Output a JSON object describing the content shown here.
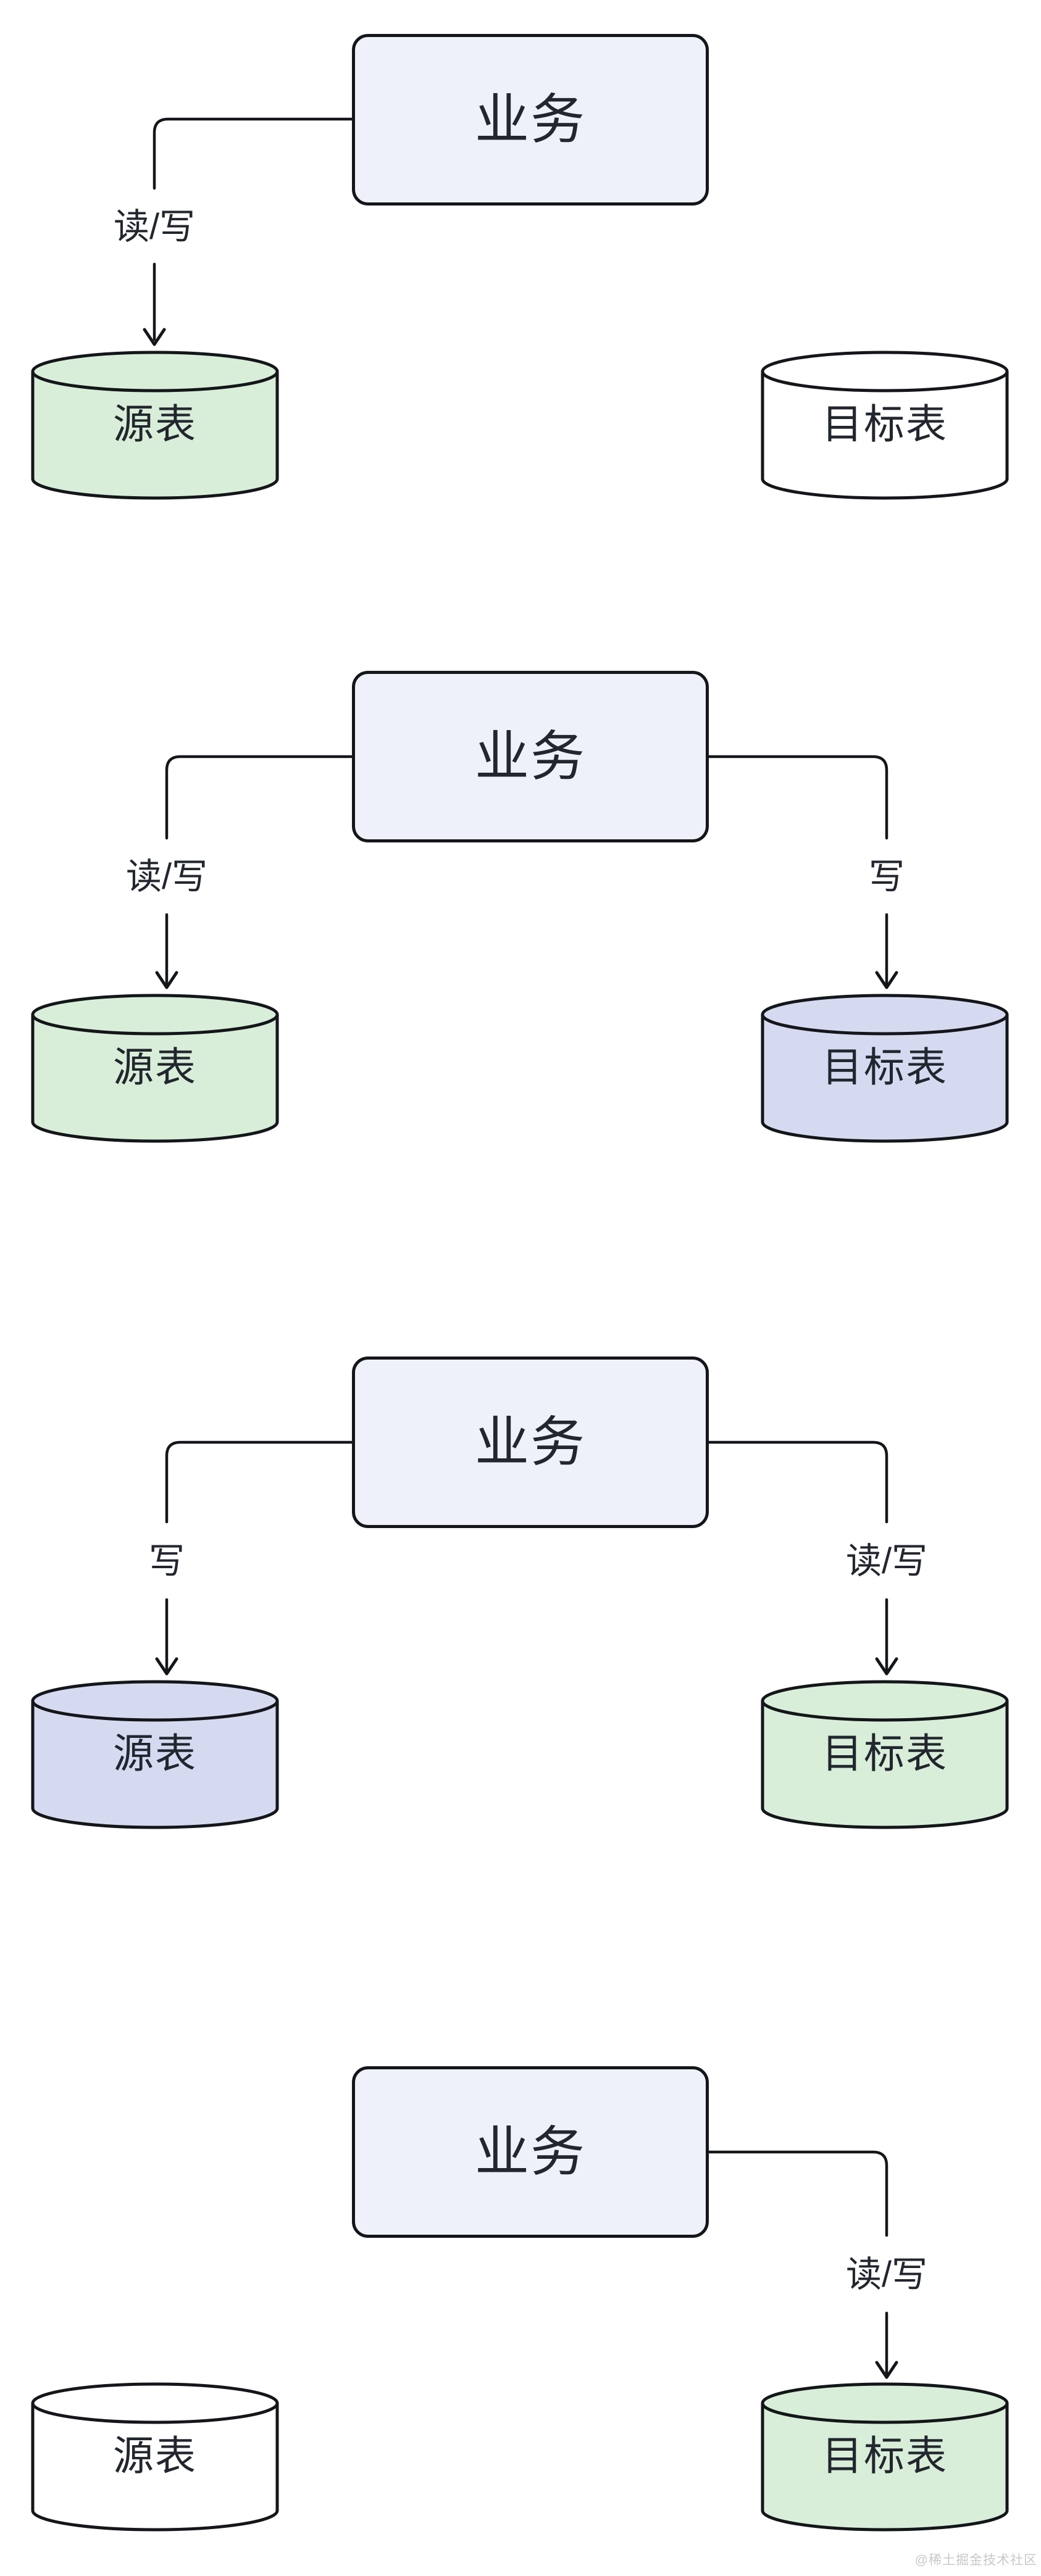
{
  "watermark": "@稀土掘金技术社区",
  "colors": {
    "background": "#ffffff",
    "outline": "#14161a",
    "box_fill": "#eef1f9",
    "green_fill": "#d8eed9",
    "purple_fill": "#d6daf1",
    "white_fill": "#ffffff",
    "label_text": "#22262e",
    "watermark_text": "#c6c8cc"
  },
  "stages": [
    {
      "business_label": "业务",
      "source": {
        "label": "源表",
        "variant": "green",
        "fill": "#d8eed9"
      },
      "target": {
        "label": "目标表",
        "variant": "white",
        "fill": "#ffffff"
      },
      "edges": {
        "left": {
          "label": "读/写",
          "to": "source"
        }
      }
    },
    {
      "business_label": "业务",
      "source": {
        "label": "源表",
        "variant": "green",
        "fill": "#d8eed9"
      },
      "target": {
        "label": "目标表",
        "variant": "purple",
        "fill": "#d6daf1"
      },
      "edges": {
        "left": {
          "label": "读/写",
          "to": "source"
        },
        "right": {
          "label": "写",
          "to": "target"
        }
      }
    },
    {
      "business_label": "业务",
      "source": {
        "label": "源表",
        "variant": "purple",
        "fill": "#d6daf1"
      },
      "target": {
        "label": "目标表",
        "variant": "green",
        "fill": "#d8eed9"
      },
      "edges": {
        "left": {
          "label": "写",
          "to": "source"
        },
        "right": {
          "label": "读/写",
          "to": "target"
        }
      }
    },
    {
      "business_label": "业务",
      "source": {
        "label": "源表",
        "variant": "white",
        "fill": "#ffffff"
      },
      "target": {
        "label": "目标表",
        "variant": "green",
        "fill": "#d8eed9"
      },
      "edges": {
        "right": {
          "label": "读/写",
          "to": "target"
        }
      }
    }
  ]
}
